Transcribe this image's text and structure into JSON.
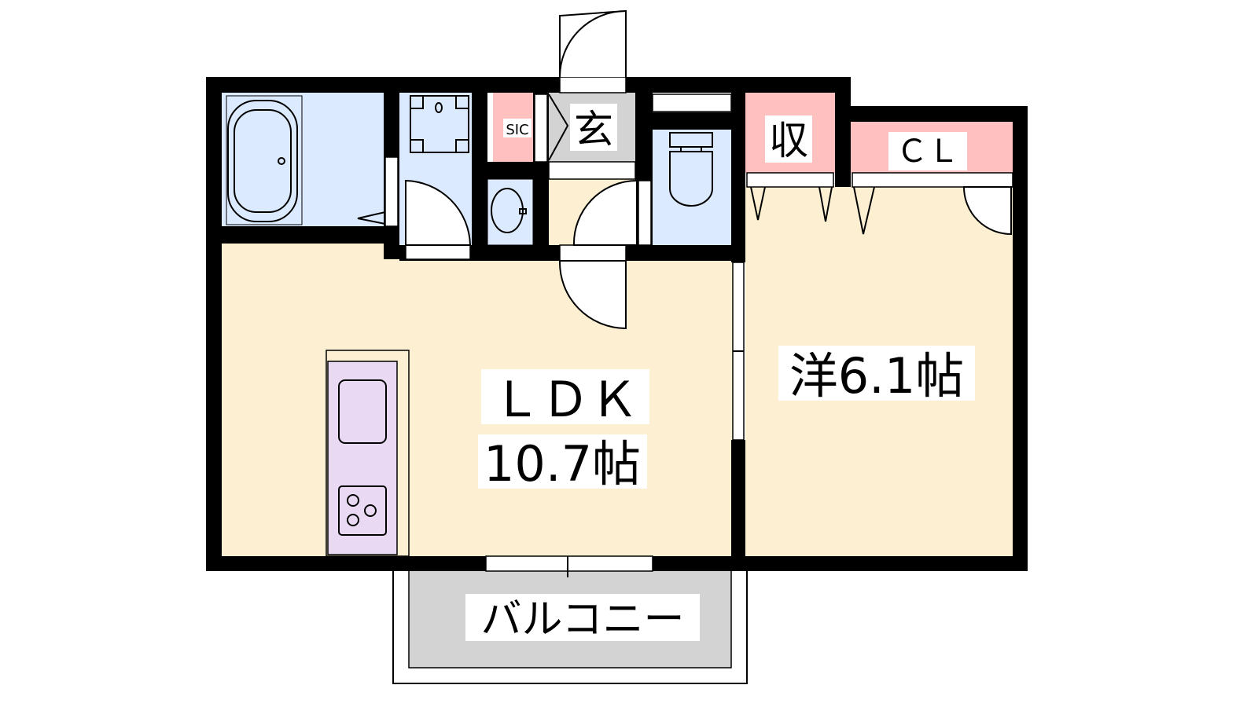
{
  "rooms": {
    "ldk_name": "ＬＤＫ",
    "ldk_size": "10.7帖",
    "western_room": "洋6.1帖",
    "entrance": "玄",
    "shoe_closet": "SIC",
    "storage": "収",
    "closet": "ＣＬ",
    "balcony": "バルコニー"
  },
  "colors": {
    "floor": "#fdf0d2",
    "wet_area": "#dbeafe",
    "storage": "#ffc0c0",
    "entrance": "#d3d3d3",
    "kitchen": "#ead9f2",
    "wall": "#000000"
  }
}
